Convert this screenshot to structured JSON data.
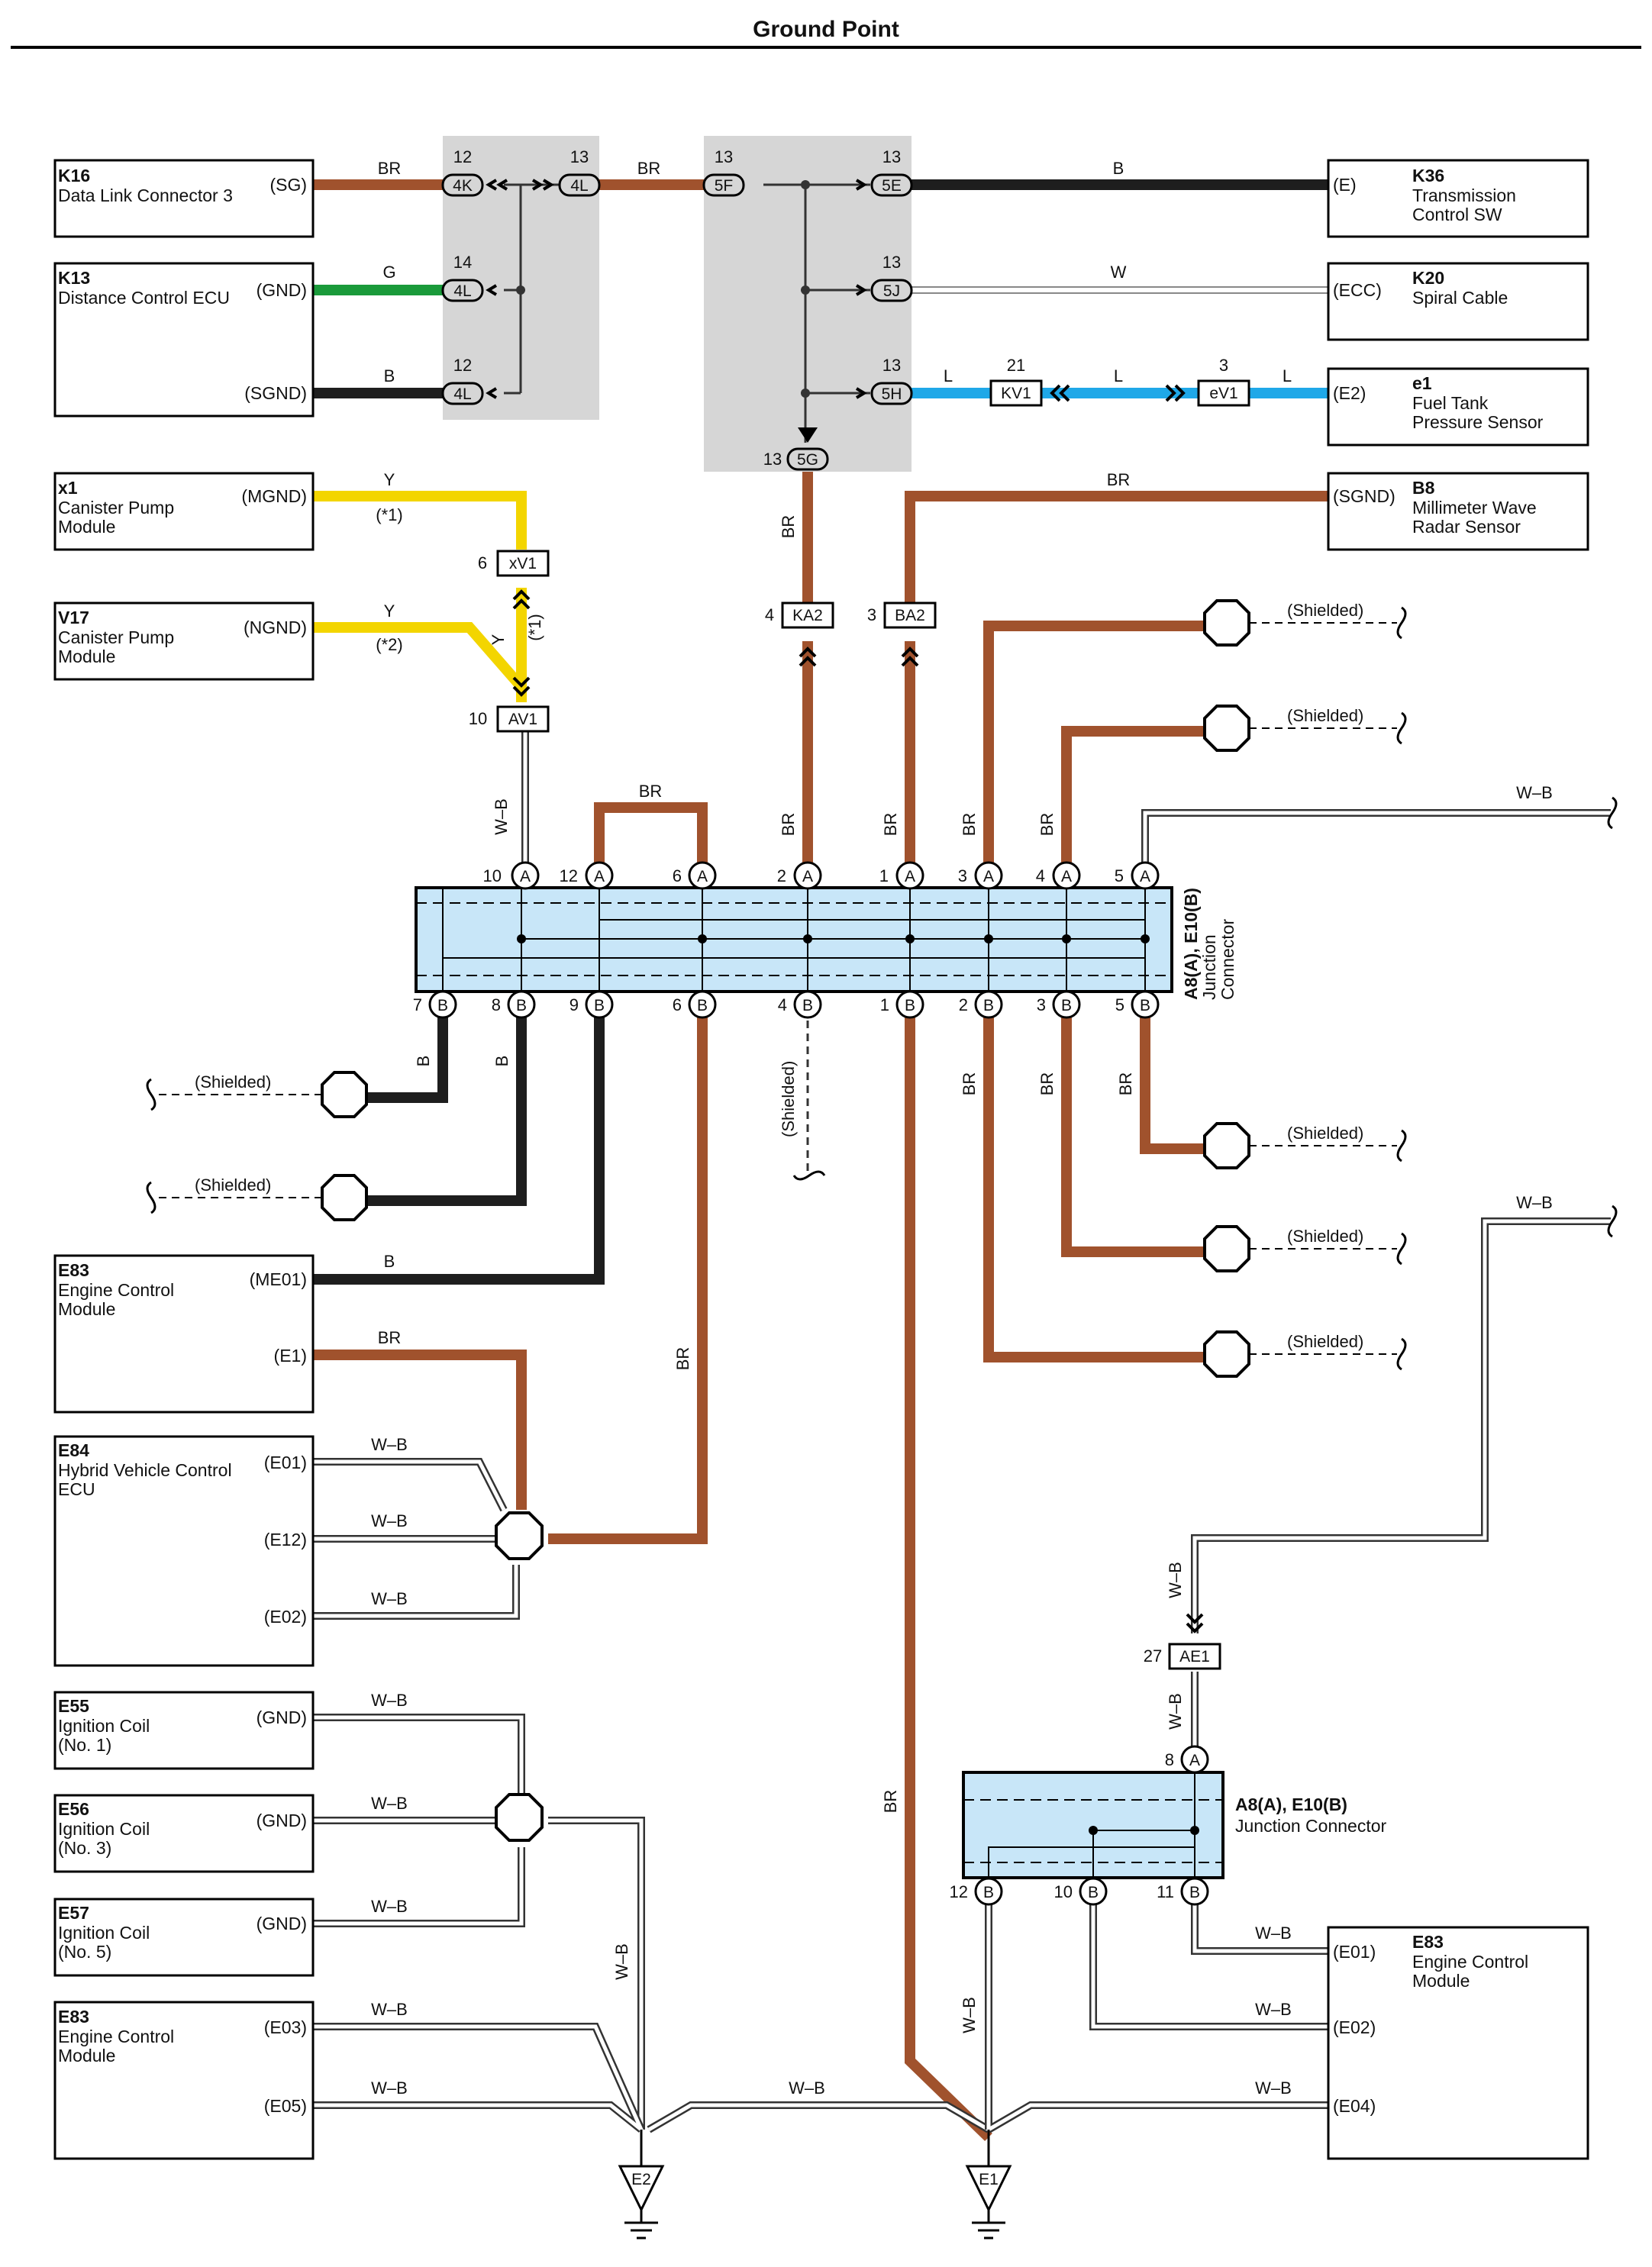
{
  "title": "Ground Point",
  "colors": {
    "BR": "#a0522d",
    "B": "#1e1e1e",
    "G": "#1a9a3a",
    "Y": "#f3d500",
    "L": "#1fa8e8",
    "junction_fill": "#c8e6f8",
    "splice_fill": "#d6d6d6"
  },
  "components": [
    {
      "id": "K16",
      "code": "K16",
      "lines": [
        "Data Link Connector 3"
      ],
      "pins": [
        "(SG)"
      ]
    },
    {
      "id": "K13",
      "code": "K13",
      "lines": [
        "Distance Control ECU"
      ],
      "pins": [
        "(GND)",
        "(SGND)"
      ]
    },
    {
      "id": "x1",
      "code": "x1",
      "lines": [
        "Canister Pump",
        "Module"
      ],
      "pins": [
        "(MGND)"
      ]
    },
    {
      "id": "V17",
      "code": "V17",
      "lines": [
        "Canister Pump",
        "Module"
      ],
      "pins": [
        "(NGND)"
      ]
    },
    {
      "id": "K36",
      "code": "K36",
      "lines": [
        "Transmission",
        "Control SW"
      ],
      "pins": [
        "(E)"
      ]
    },
    {
      "id": "K20",
      "code": "K20",
      "lines": [
        "Spiral Cable"
      ],
      "pins": [
        "(ECC)"
      ]
    },
    {
      "id": "e1",
      "code": "e1",
      "lines": [
        "Fuel Tank",
        "Pressure Sensor"
      ],
      "pins": [
        "(E2)"
      ]
    },
    {
      "id": "B8",
      "code": "B8",
      "lines": [
        "Millimeter Wave",
        "Radar Sensor"
      ],
      "pins": [
        "(SGND)"
      ]
    },
    {
      "id": "E83a",
      "code": "E83",
      "lines": [
        "Engine Control",
        "Module"
      ],
      "pins": [
        "(ME01)",
        "(E1)"
      ]
    },
    {
      "id": "E84",
      "code": "E84",
      "lines": [
        "Hybrid Vehicle Control",
        "ECU"
      ],
      "pins": [
        "(E01)",
        "(E12)",
        "(E02)"
      ]
    },
    {
      "id": "E55",
      "code": "E55",
      "lines": [
        "Ignition Coil",
        "(No. 1)"
      ],
      "pins": [
        "(GND)"
      ]
    },
    {
      "id": "E56",
      "code": "E56",
      "lines": [
        "Ignition Coil",
        "(No. 3)"
      ],
      "pins": [
        "(GND)"
      ]
    },
    {
      "id": "E57",
      "code": "E57",
      "lines": [
        "Ignition Coil",
        "(No. 5)"
      ],
      "pins": [
        "(GND)"
      ]
    },
    {
      "id": "E83b",
      "code": "E83",
      "lines": [
        "Engine Control",
        "Module"
      ],
      "pins": [
        "(E03)",
        "(E05)"
      ]
    },
    {
      "id": "E83c",
      "code": "E83",
      "lines": [
        "Engine Control",
        "Module"
      ],
      "pins": [
        "(E01)",
        "(E02)",
        "(E04)"
      ]
    }
  ],
  "connectors": {
    "4K": "4K",
    "4L": "4L",
    "5F": "5F",
    "5E": "5E",
    "5J": "5J",
    "5H": "5H",
    "5G": "5G",
    "KV1": "KV1",
    "eV1": "eV1",
    "xV1": "xV1",
    "AV1": "AV1",
    "KA2": "KA2",
    "BA2": "BA2",
    "AE1": "AE1"
  },
  "pin_numbers": {
    "p12": "12",
    "p13": "13",
    "p14": "14",
    "p21": "21",
    "p3": "3",
    "p6": "6",
    "p10": "10",
    "p4": "4",
    "p27": "27",
    "p8": "8"
  },
  "wire_labels": {
    "BR": "BR",
    "B": "B",
    "G": "G",
    "Y": "Y",
    "W": "W",
    "L": "L",
    "WB": "W–B"
  },
  "notes": {
    "n1": "(*1)",
    "n2": "(*2)"
  },
  "shielded": "(Shielded)",
  "junction_main": {
    "name": "A8(A), E10(B)",
    "desc1": "Junction",
    "desc2": "Connector",
    "top_pins": [
      "10",
      "12",
      "6",
      "2",
      "1",
      "3",
      "4",
      "5"
    ],
    "bottom_pins": [
      "7",
      "8",
      "9",
      "6",
      "4",
      "1",
      "2",
      "3",
      "5"
    ],
    "letter_a": "A",
    "letter_b": "B"
  },
  "junction_small": {
    "name": "A8(A), E10(B)",
    "desc": "Junction Connector",
    "top_pin": "8",
    "bottom_pins": [
      "12",
      "10",
      "11"
    ]
  },
  "grounds": {
    "E2": "E2",
    "E1": "E1"
  }
}
